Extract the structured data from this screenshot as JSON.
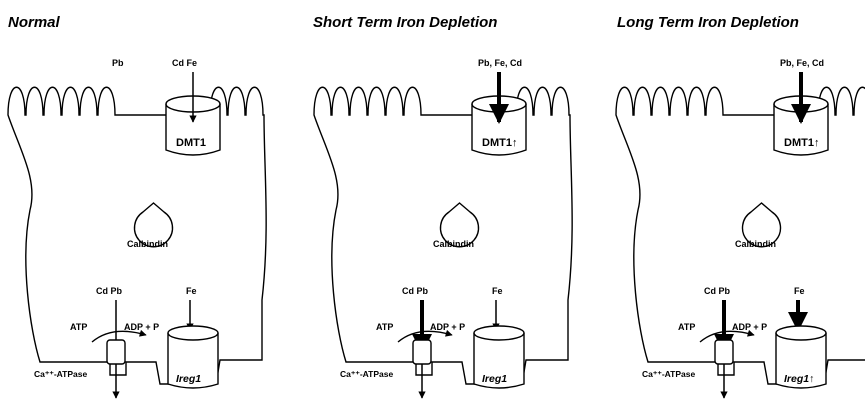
{
  "panels": [
    {
      "title": "Normal",
      "top_metals": [
        "Pb",
        "Cd Fe"
      ],
      "dmt1": "DMT1",
      "calbindin": "Calbindin",
      "basal_metals": "Cd  Pb",
      "fe": "Fe",
      "atp": "ATP",
      "adp": "ADP + P",
      "ca_atpase": "Ca⁺⁺-ATPase",
      "ireg": "Ireg1",
      "entry_arrow": "thin",
      "basal_arrow": "thin",
      "fe_arrow": "thin"
    },
    {
      "title": "Short Term Iron Depletion",
      "top_metals": [
        "Pb, Fe, Cd"
      ],
      "dmt1": "DMT1↑",
      "calbindin": "Calbindin",
      "basal_metals": "Cd  Pb",
      "fe": "Fe",
      "atp": "ATP",
      "adp": "ADP + P",
      "ca_atpase": "Ca⁺⁺-ATPase",
      "ireg": "Ireg1",
      "entry_arrow": "thick",
      "basal_arrow": "thick",
      "fe_arrow": "thin"
    },
    {
      "title": "Long Term Iron Depletion",
      "top_metals": [
        "Pb, Fe, Cd"
      ],
      "dmt1": "DMT1↑",
      "calbindin": "Calbindin",
      "basal_metals": "Cd  Pb",
      "fe": "Fe",
      "atp": "ATP",
      "adp": "ADP + P",
      "ca_atpase": "Ca⁺⁺-ATPase",
      "ireg": "Ireg1↑",
      "entry_arrow": "thick",
      "basal_arrow": "thick",
      "fe_arrow": "thick"
    }
  ]
}
